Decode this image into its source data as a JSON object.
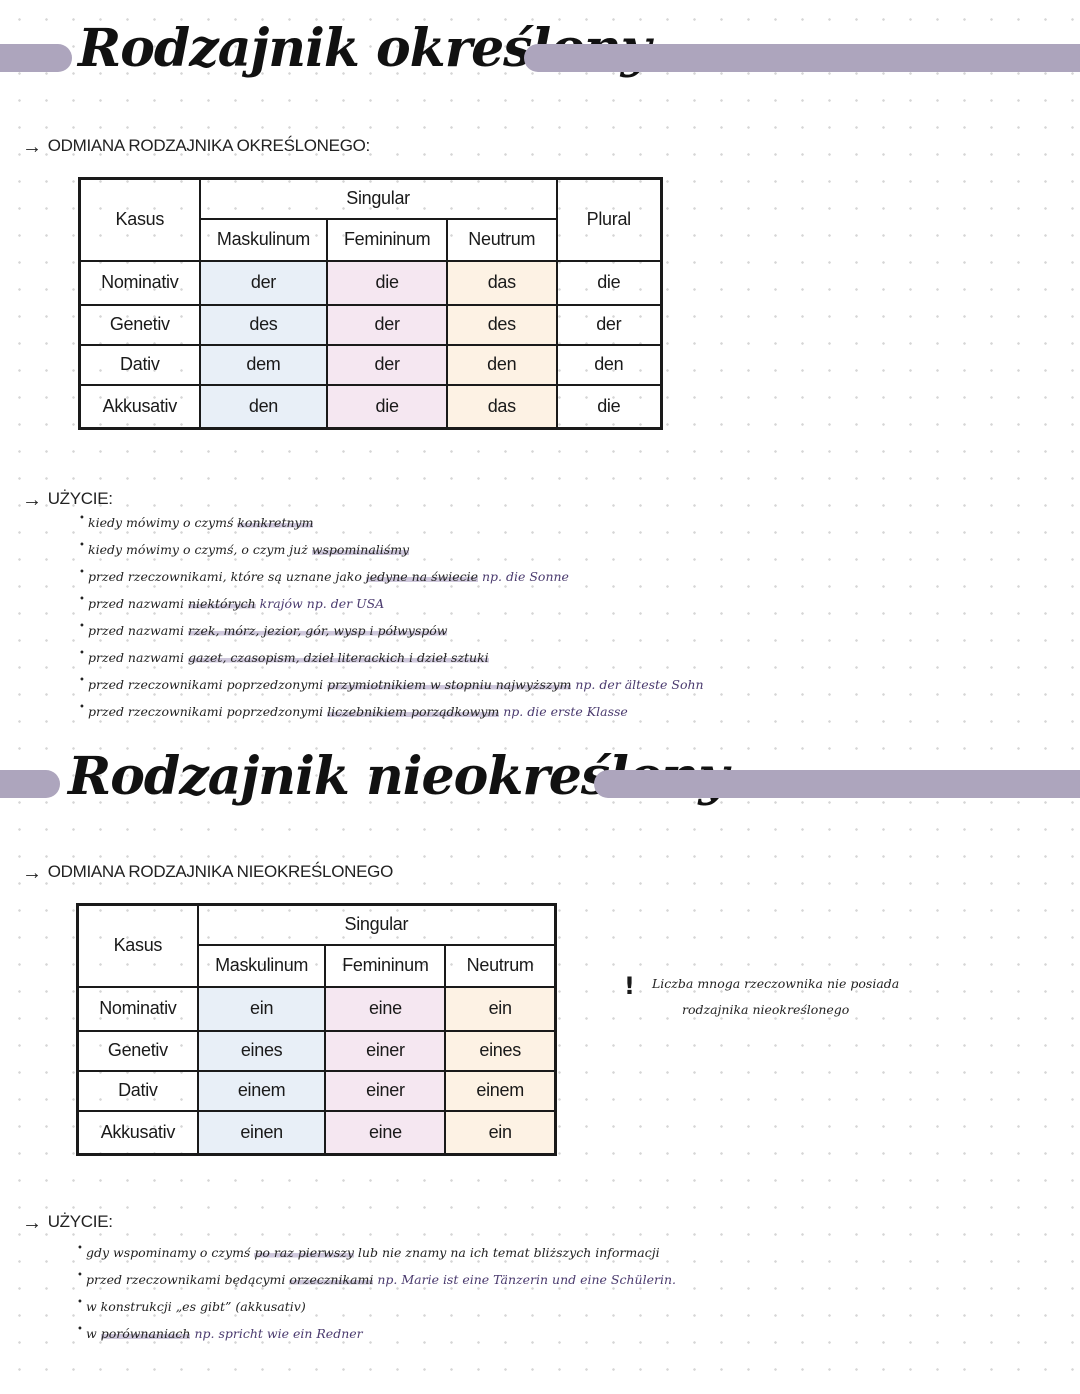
{
  "section1": {
    "title": "Rodzajnik określony",
    "declension_heading": "ODMIANA RODZAJNIKA OKREŚLONEGO:",
    "usage_heading": "UŻYCIE:",
    "table": {
      "kasus_label": "Kasus",
      "singular_label": "Singular",
      "plural_label": "Plural",
      "genders": [
        "Maskulinum",
        "Femininum",
        "Neutrum"
      ],
      "rows": [
        {
          "kasus": "Nominativ",
          "m": "der",
          "f": "die",
          "n": "das",
          "pl": "die"
        },
        {
          "kasus": "Genetiv",
          "m": "des",
          "f": "der",
          "n": "des",
          "pl": "der"
        },
        {
          "kasus": "Dativ",
          "m": "dem",
          "f": "der",
          "n": "den",
          "pl": "den"
        },
        {
          "kasus": "Akkusativ",
          "m": "den",
          "f": "die",
          "n": "das",
          "pl": "die"
        }
      ]
    },
    "usage": [
      {
        "text": "kiedy mówimy o czymś ",
        "hl": "konkretnym",
        "ex": ""
      },
      {
        "text": "kiedy mówimy o czymś, o czym już ",
        "hl": "wspominaliśmy",
        "ex": ""
      },
      {
        "text": "przed rzeczownikami, które są uznane jako ",
        "hl": "jedyne na świecie",
        "ex": "np. die Sonne"
      },
      {
        "text": "przed nazwami ",
        "hl": "niektórych",
        "ex": "krajów np. der USA"
      },
      {
        "text": "przed nazwami ",
        "hl": "rzek, mórz, jezior, gór, wysp i półwyspów",
        "ex": ""
      },
      {
        "text": "przed nazwami ",
        "hl": "gazet, czasopism, dzieł literackich i dzieł sztuki",
        "ex": ""
      },
      {
        "text": "przed rzeczownikami poprzedzonymi ",
        "hl": "przymiotnikiem w stopniu najwyższym",
        "ex": "np. der älteste Sohn"
      },
      {
        "text": "przed rzeczownikami poprzedzonymi ",
        "hl": "liczebnikiem porządkowym",
        "ex": "np. die erste Klasse"
      }
    ]
  },
  "section2": {
    "title": "Rodzajnik nieokreślony",
    "declension_heading": "ODMIANA RODZAJNIKA NIEOKREŚLONEGO",
    "usage_heading": "UŻYCIE:",
    "table": {
      "kasus_label": "Kasus",
      "singular_label": "Singular",
      "genders": [
        "Maskulinum",
        "Femininum",
        "Neutrum"
      ],
      "rows": [
        {
          "kasus": "Nominativ",
          "m": "ein",
          "f": "eine",
          "n": "ein"
        },
        {
          "kasus": "Genetiv",
          "m": "eines",
          "f": "einer",
          "n": "eines"
        },
        {
          "kasus": "Dativ",
          "m": "einem",
          "f": "einer",
          "n": "einem"
        },
        {
          "kasus": "Akkusativ",
          "m": "einen",
          "f": "eine",
          "n": "ein"
        }
      ]
    },
    "side_note": {
      "icon": "exclamation-icon",
      "line1": "Liczba mnoga rzeczownika nie posiada",
      "line2": "rodzajnika nieokreślonego"
    },
    "usage": [
      {
        "text": "gdy wspominamy o czymś ",
        "hl": "po raz pierwszy",
        "ex": "lub nie znamy na ich temat bliższych informacji"
      },
      {
        "text": "przed rzeczownikami będącymi ",
        "hl": "orzecznikami",
        "ex": "np. Marie ist eine Tänzerin und eine Schülerin."
      },
      {
        "text": "w konstrukcji „es gibt” (akkusativ)",
        "hl": "",
        "ex": ""
      },
      {
        "text": "",
        "hl": "porównaniach",
        "ex": "np. spricht wie ein Redner"
      }
    ]
  }
}
